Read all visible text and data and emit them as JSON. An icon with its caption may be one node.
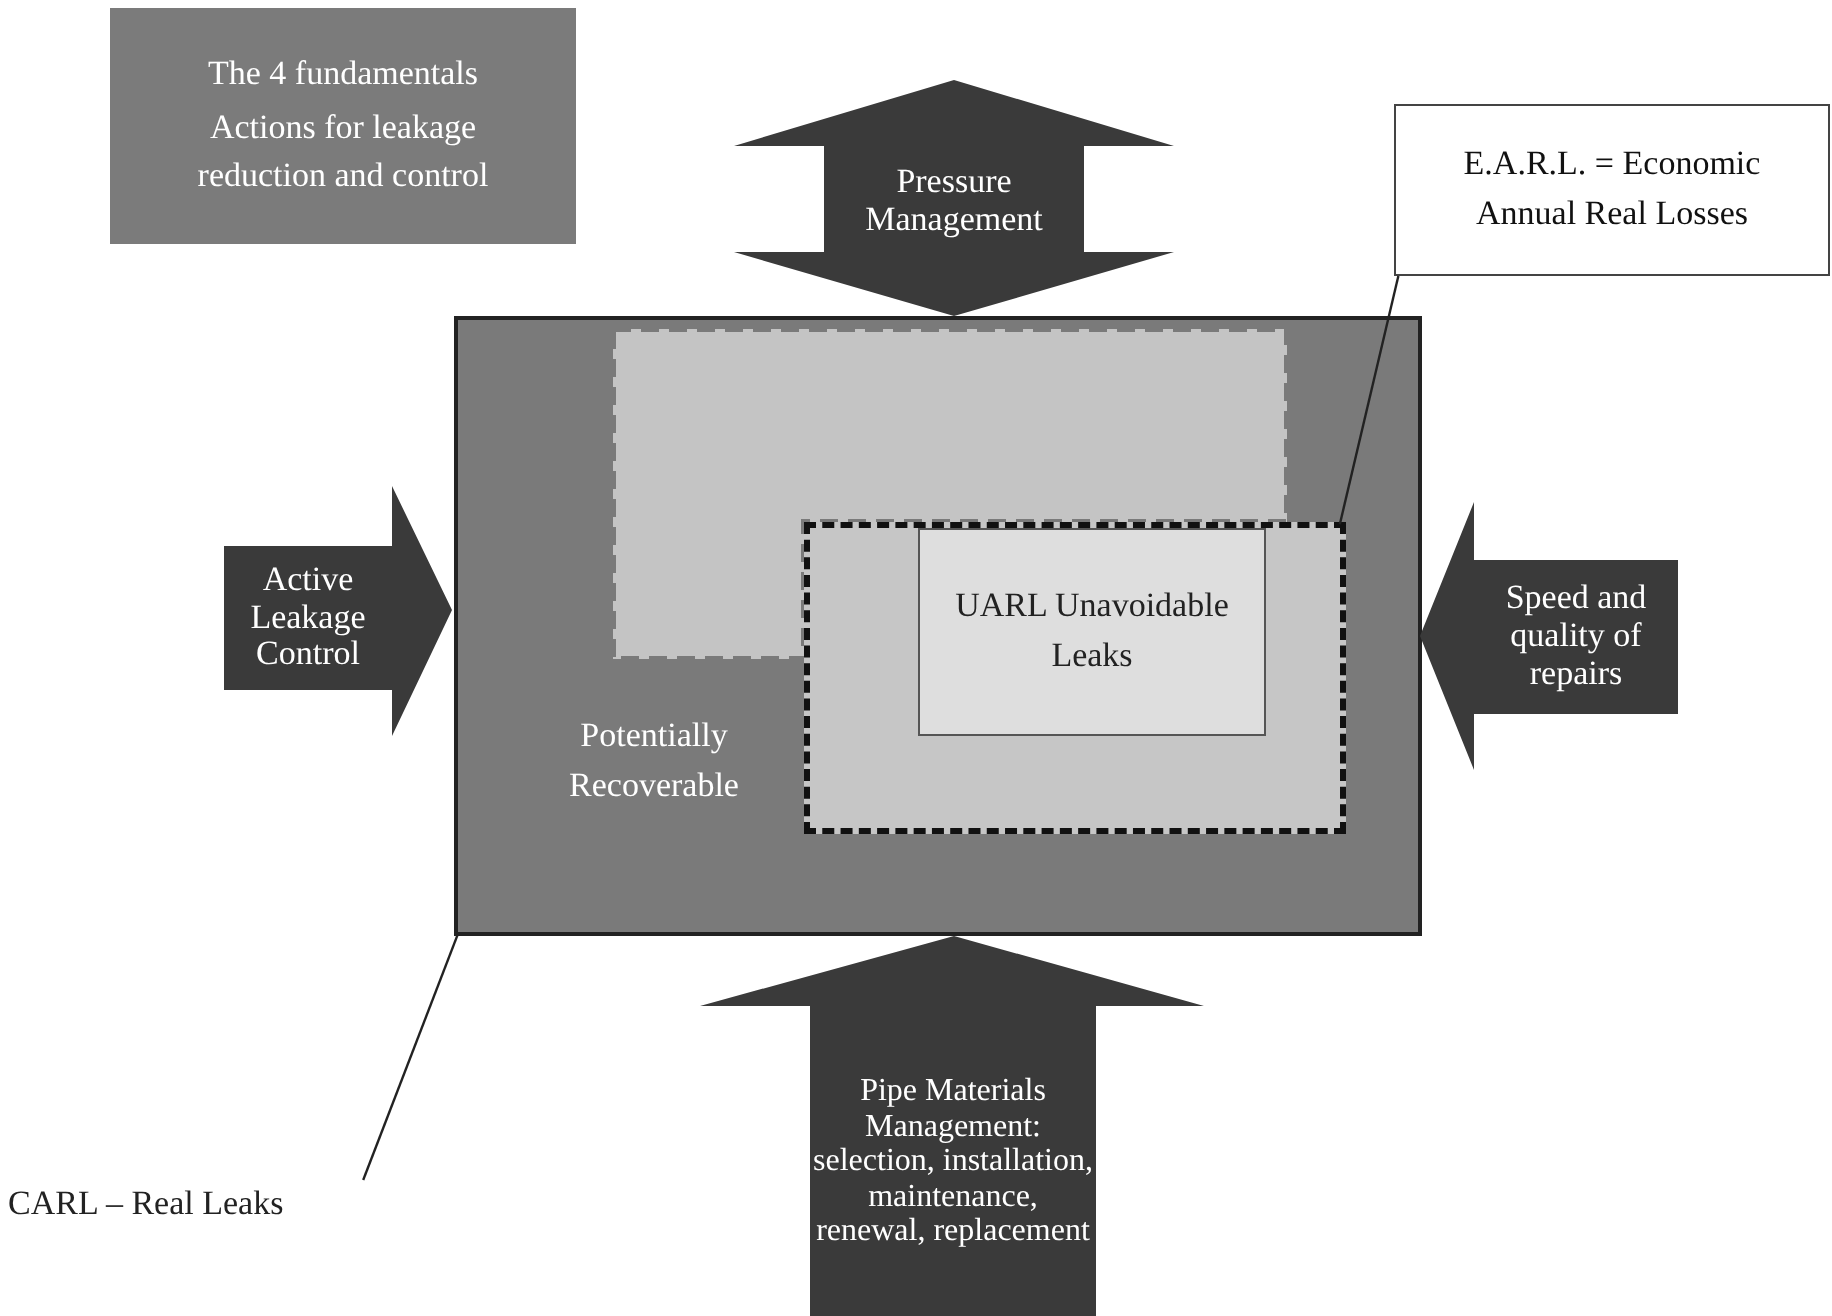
{
  "diagram": {
    "nodes": [
      {
        "text": [
          "The 4 fundamentals",
          "Actions for leakage reduction and control"
        ]
      },
      {
        "text": [
          "Pressure Management"
        ]
      },
      {
        "text": [
          "E.A.R.L. = Economic Annual Real Losses"
        ]
      },
      {
        "text": [
          "Potentially Recoverable"
        ]
      },
      {
        "text": [],
        "shape": "box",
        "in": 3
      },
      {
        "text": [],
        "shape": "box",
        "in": 3
      },
      {
        "text": [
          "UARL Unavoidable Leaks"
        ],
        "in": 5
      },
      {
        "text": [
          "Active Leakage Control"
        ]
      },
      {
        "text": [
          "Speed and quality of repairs"
        ]
      },
      {
        "text": [
          "Pipe Materials Management: selection, installation, maintenance, renewal, replacement"
        ]
      },
      {
        "text": [
          "CARL – Real Leaks"
        ]
      }
    ],
    "edges": [
      {
        "from": 2,
        "to": 5,
        "arrow": "none"
      },
      {
        "from": 10,
        "to": 3,
        "arrow": "none"
      }
    ]
  }
}
